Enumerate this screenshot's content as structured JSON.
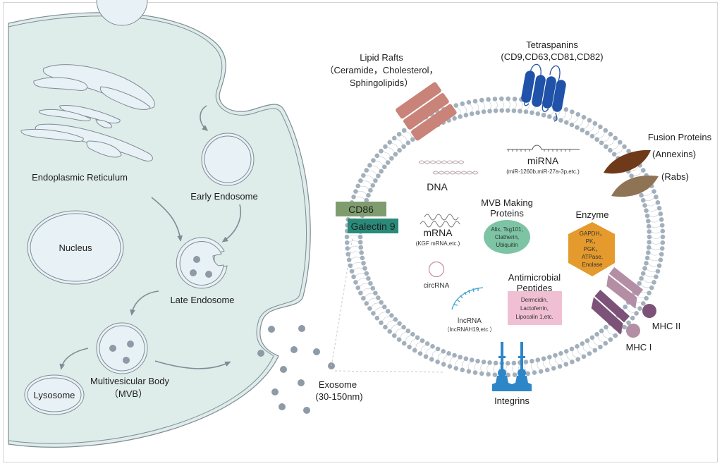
{
  "figure": {
    "title": "Exosome biogenesis and composition",
    "colors": {
      "cytoplasm": "#deecea",
      "organelle_fill": "#e8f1f5",
      "membrane_line": "#7f8c96",
      "arrow": "#7f8c96",
      "vesicle_dot": "#8e9aa5",
      "lipid_head": "#a3b0bc",
      "lipid_tail": "#c9d1d8",
      "lipid_raft": "#c98378",
      "tetraspanin": "#1f52a8",
      "annexin": "#6e3a1a",
      "rab": "#8f7355",
      "cd86": "#7f9c6e",
      "galectin9": "#2a8a7a",
      "mvb_proteins": "#7cc4a4",
      "enzyme": "#e49a2c",
      "antimicrobial": "#f1bfd3",
      "mhc1": "#7d5278",
      "mhc2": "#b48ea5",
      "integrin": "#2c86c8",
      "lncrna": "#3fa2cc",
      "circrna": "#c58a9e"
    }
  },
  "cell": {
    "organelles": {
      "endoplasmic_reticulum": "Endoplasmic Reticulum",
      "nucleus": "Nucleus",
      "early_endosome": "Early Endosome",
      "late_endosome": "Late Endosome",
      "mvb_line1": "Multivesicular Body",
      "mvb_line2": "（MVB）",
      "lysosome": "Lysosome"
    }
  },
  "exosome_release": {
    "label_line1": "Exosome",
    "label_line2": "(30-150nm)"
  },
  "exosome": {
    "surface": {
      "lipid_rafts": {
        "title": "Lipid Rafts",
        "line2": "（Ceramide，Cholesterol，",
        "line3": "Sphingolipids）"
      },
      "tetraspanins": {
        "title": "Tetraspanins",
        "subtitle": "(CD9,CD63,CD81,CD82)"
      },
      "fusion_proteins": {
        "title": "Fusion Proteins",
        "annexins": "(Annexins)",
        "rabs": "(Rabs)"
      },
      "cd86": "CD86",
      "galectin9": "Galectin 9",
      "mhc1": "MHC I",
      "mhc2": "MHC II",
      "integrins": "Integrins"
    },
    "cargo": {
      "dna": "DNA",
      "mirna": {
        "title": "miRNA",
        "examples": "(miR-1260b,miR-27a-3p,etc.)"
      },
      "mrna": {
        "title": "mRNA",
        "examples": "(KGF mRNA,etc.)"
      },
      "circrna": "circRNA",
      "lncrna": {
        "title": "lncRNA",
        "examples": "（lncRNAH19,etc.）"
      },
      "mvb_proteins": {
        "title_line1": "MVB Making",
        "title_line2": "Proteins",
        "items": [
          "Alix, Tsg101,",
          "Clatherin,",
          "Ubiquitin"
        ]
      },
      "enzyme": {
        "title": "Enzyme",
        "items": [
          "GAPDH，",
          "PK，",
          "PGK，",
          "ATPase,",
          "Enolase"
        ]
      },
      "antimicrobial": {
        "title_line1": "Antimicrobial",
        "title_line2": "Peptides",
        "items": [
          "Dermcidin,",
          "Lactoferrin,",
          "Lipocalin 1,etc."
        ]
      }
    }
  }
}
